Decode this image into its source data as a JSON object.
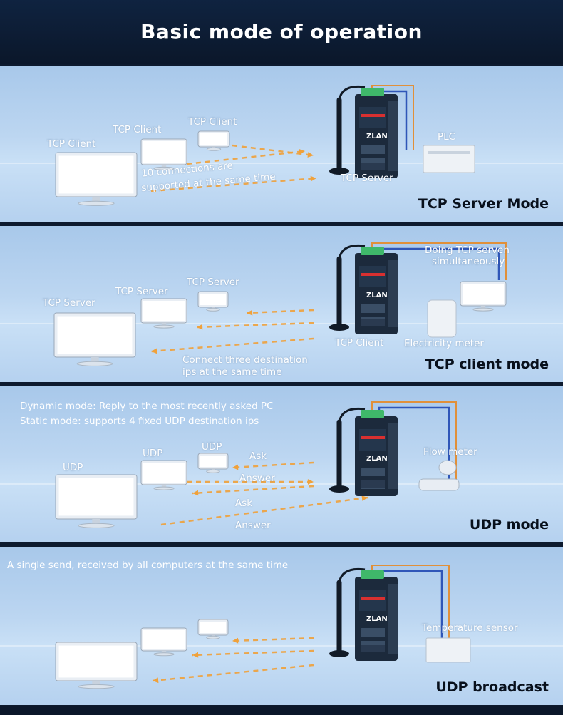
{
  "title": "Basic mode of operation",
  "device": {
    "brand": "ZLAN"
  },
  "panels": [
    {
      "mode": "TCP Server Mode",
      "clients": [
        "TCP Client",
        "TCP Client",
        "TCP Client"
      ],
      "note_line1": "10 connections are",
      "note_line2": "supported at the same time",
      "device_label": "TCP Server",
      "equipment": "PLC"
    },
    {
      "mode": "TCP client mode",
      "servers": [
        "TCP Server",
        "TCP Server",
        "TCP Server"
      ],
      "note_line1": "Connect three destination",
      "note_line2": "ips at the same time",
      "device_label": "TCP Client",
      "equipment": "Electricity meter",
      "extra_line1": "Doing TCP serven",
      "extra_line2": "simultaneously"
    },
    {
      "mode": "UDP mode",
      "hosts": [
        "UDP",
        "UDP",
        "UDP"
      ],
      "desc_line1": "Dynamic mode: Reply to the most recently asked PC",
      "desc_line2": "Static mode: supports 4 fixed UDP destination ips",
      "ask": "Ask",
      "answer": "Answer",
      "ask2": "Ask",
      "answer2": "Answer",
      "equipment": "Flow meter"
    },
    {
      "mode": "UDP broadcast",
      "desc": "A single send, received by all computers at the same time",
      "equipment": "Temperature sensor"
    }
  ],
  "colors": {
    "arrow": "#f0a13a",
    "device": "#1c2a3c",
    "connector": "#3fb86a",
    "accent": "#d83030",
    "wire_orange": "#e0903a",
    "wire_blue": "#2f56b8"
  }
}
